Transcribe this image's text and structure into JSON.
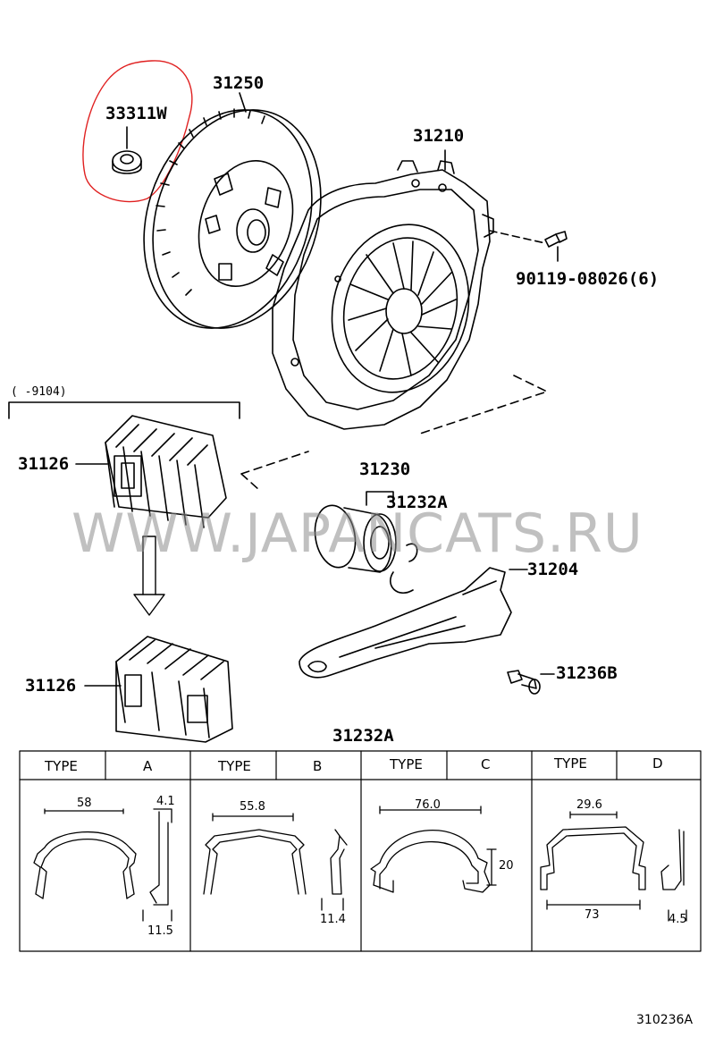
{
  "parts": {
    "p33311w": "33311W",
    "p31250": "31250",
    "p31210": "31210",
    "p90119": "90119-08026(6)",
    "date_range": "(     -9104)",
    "p31126_top": "31126",
    "p31230": "31230",
    "p31232a_top": "31232A",
    "p31204": "31204",
    "p31126_bottom": "31126",
    "p31236b": "31236B",
    "p31232a_title": "31232A"
  },
  "watermark": "WWW.JAPANCATS.RU",
  "table": {
    "type_label": "TYPE",
    "types": [
      {
        "type": "A",
        "width_dim": "58",
        "thickness_dim": "4.1",
        "height_dim": "11.5"
      },
      {
        "type": "B",
        "width_dim": "55.8",
        "height_dim": "11.4"
      },
      {
        "type": "C",
        "width_dim": "76.0",
        "side_dim": "20"
      },
      {
        "type": "D",
        "width_dim": "29.6",
        "bottom_dim": "73",
        "height_dim": "4.5"
      }
    ]
  },
  "figure_code": "310236A",
  "colors": {
    "line": "#000000",
    "highlight": "#e02020",
    "watermark": "#8c8c8c"
  }
}
